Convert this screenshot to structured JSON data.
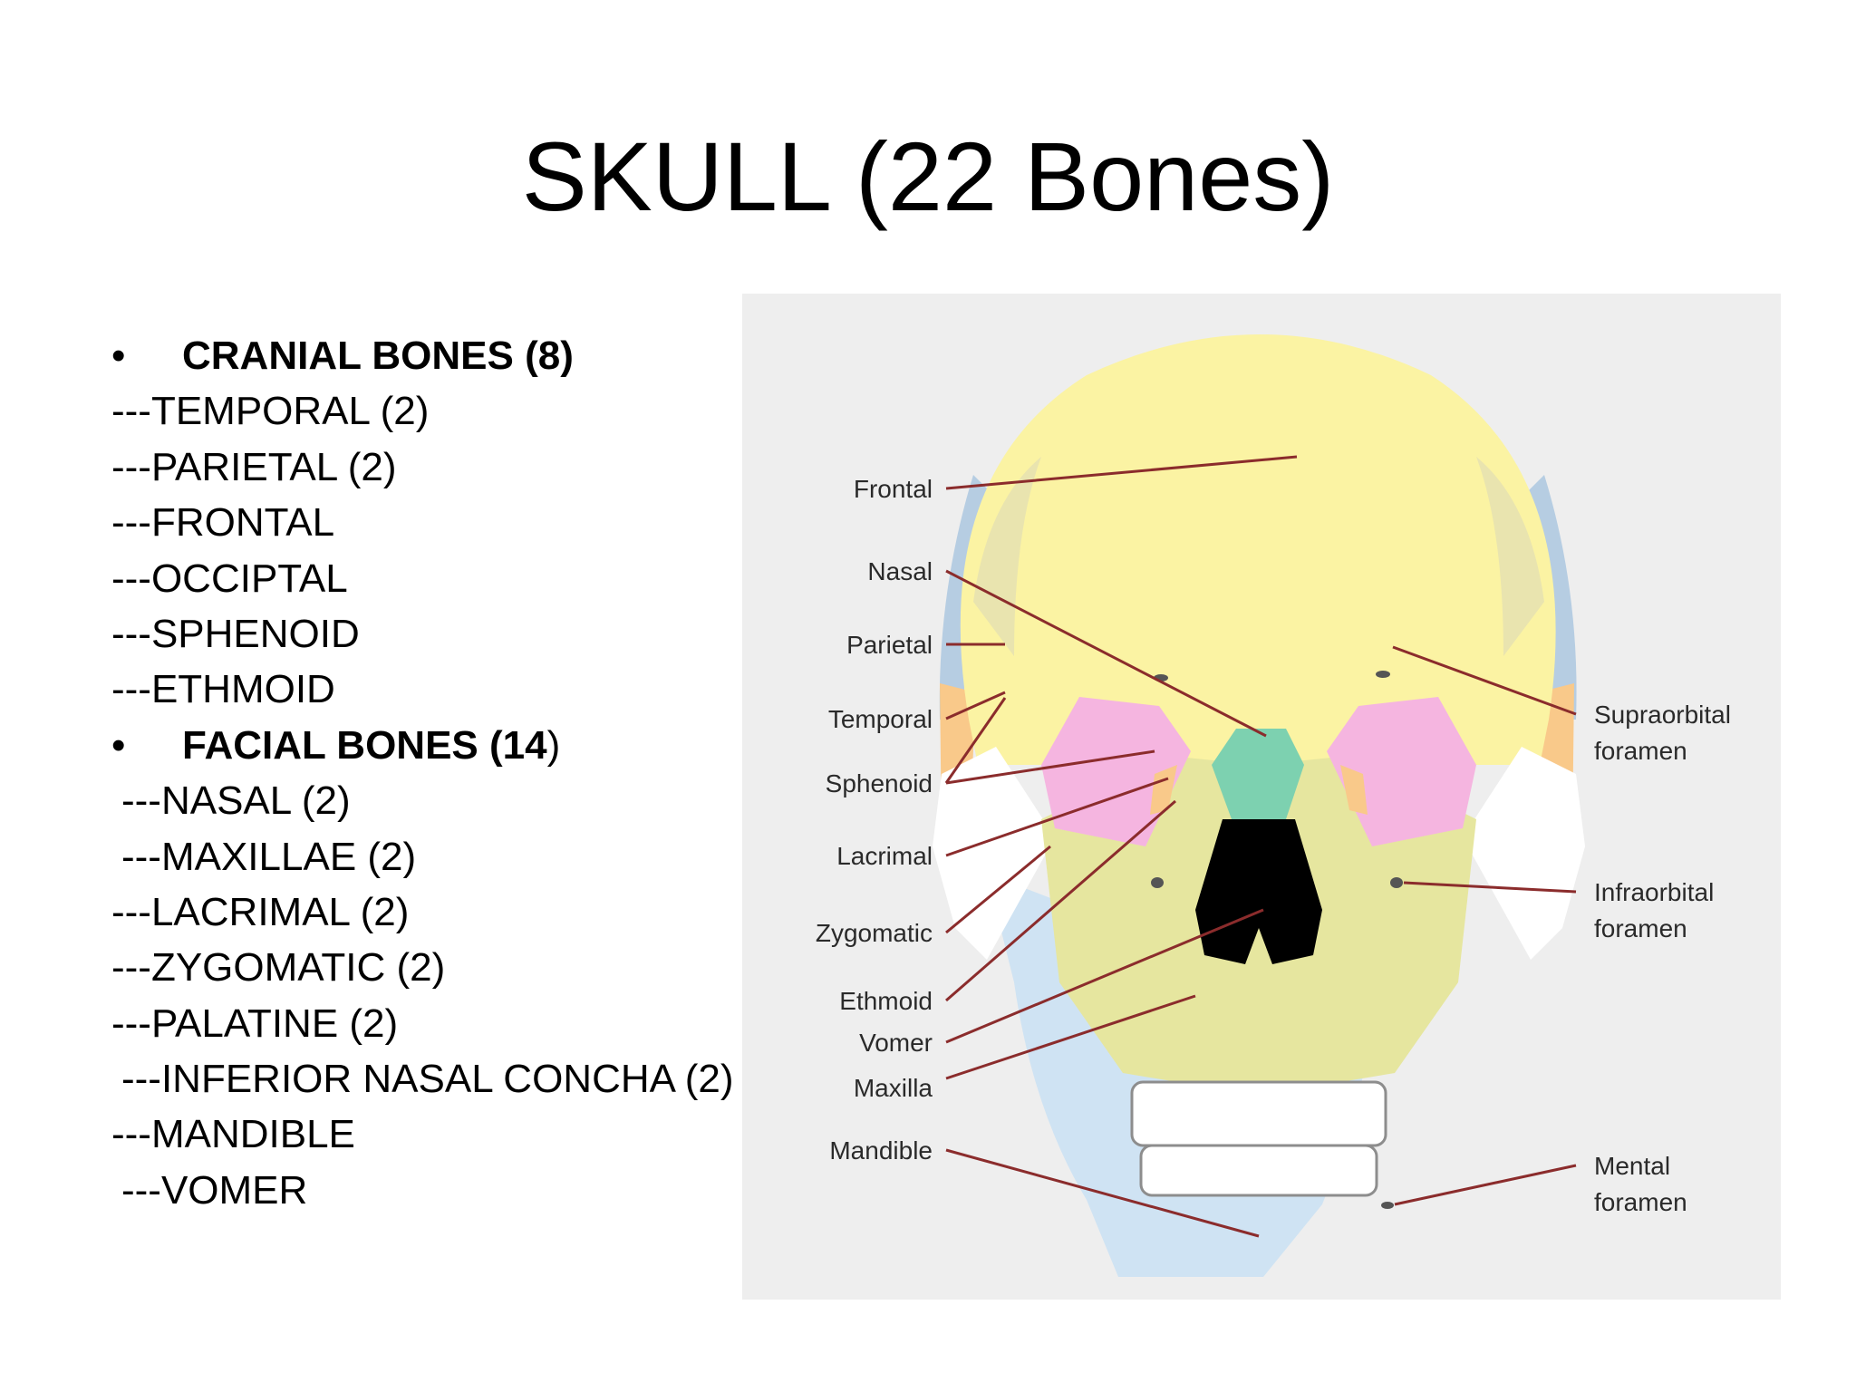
{
  "slide": {
    "title": "SKULL (22 Bones)"
  },
  "cranial": {
    "bullet": "•",
    "heading": "CRANIAL BONES (8)",
    "items": [
      "---TEMPORAL (2)",
      "---PARIETAL (2)",
      "---FRONTAL",
      "---OCCIPTAL",
      "---SPHENOID",
      "---ETHMOID"
    ]
  },
  "facial": {
    "bullet": "•",
    "heading_bold": "FACIAL BONES (14",
    "heading_tail": ")",
    "items": [
      " ---NASAL (2)",
      " ---MAXILLAE (2)",
      "---LACRIMAL (2)",
      "---ZYGOMATIC (2)",
      "---PALATINE (2)",
      " ---INFERIOR NASAL CONCHA (2)",
      "---MANDIBLE",
      " ---VOMER"
    ]
  },
  "figure": {
    "left_labels": [
      "Frontal",
      "Nasal",
      "Parietal",
      "Temporal",
      "Sphenoid",
      "Lacrimal",
      "Zygomatic",
      "Ethmoid",
      "Vomer",
      "Maxilla",
      "Mandible"
    ],
    "right_labels": [
      [
        "Supraorbital",
        "foramen"
      ],
      [
        "Infraorbital",
        "foramen"
      ],
      [
        "Mental",
        "foramen"
      ]
    ],
    "colors": {
      "frontal": "#fbf3a3",
      "parietal": "#b6cde2",
      "temporal": "#f9c98a",
      "sphenoid": "#f5b5e0",
      "nasal": "#7dd1b0",
      "maxilla": "#e6e69f",
      "mandible": "#cfe3f3",
      "zygomatic": "#ffffff",
      "shadow": "#c9c9c6",
      "leader_line": "#8b2c2c",
      "panel": "#eeeeee"
    }
  }
}
